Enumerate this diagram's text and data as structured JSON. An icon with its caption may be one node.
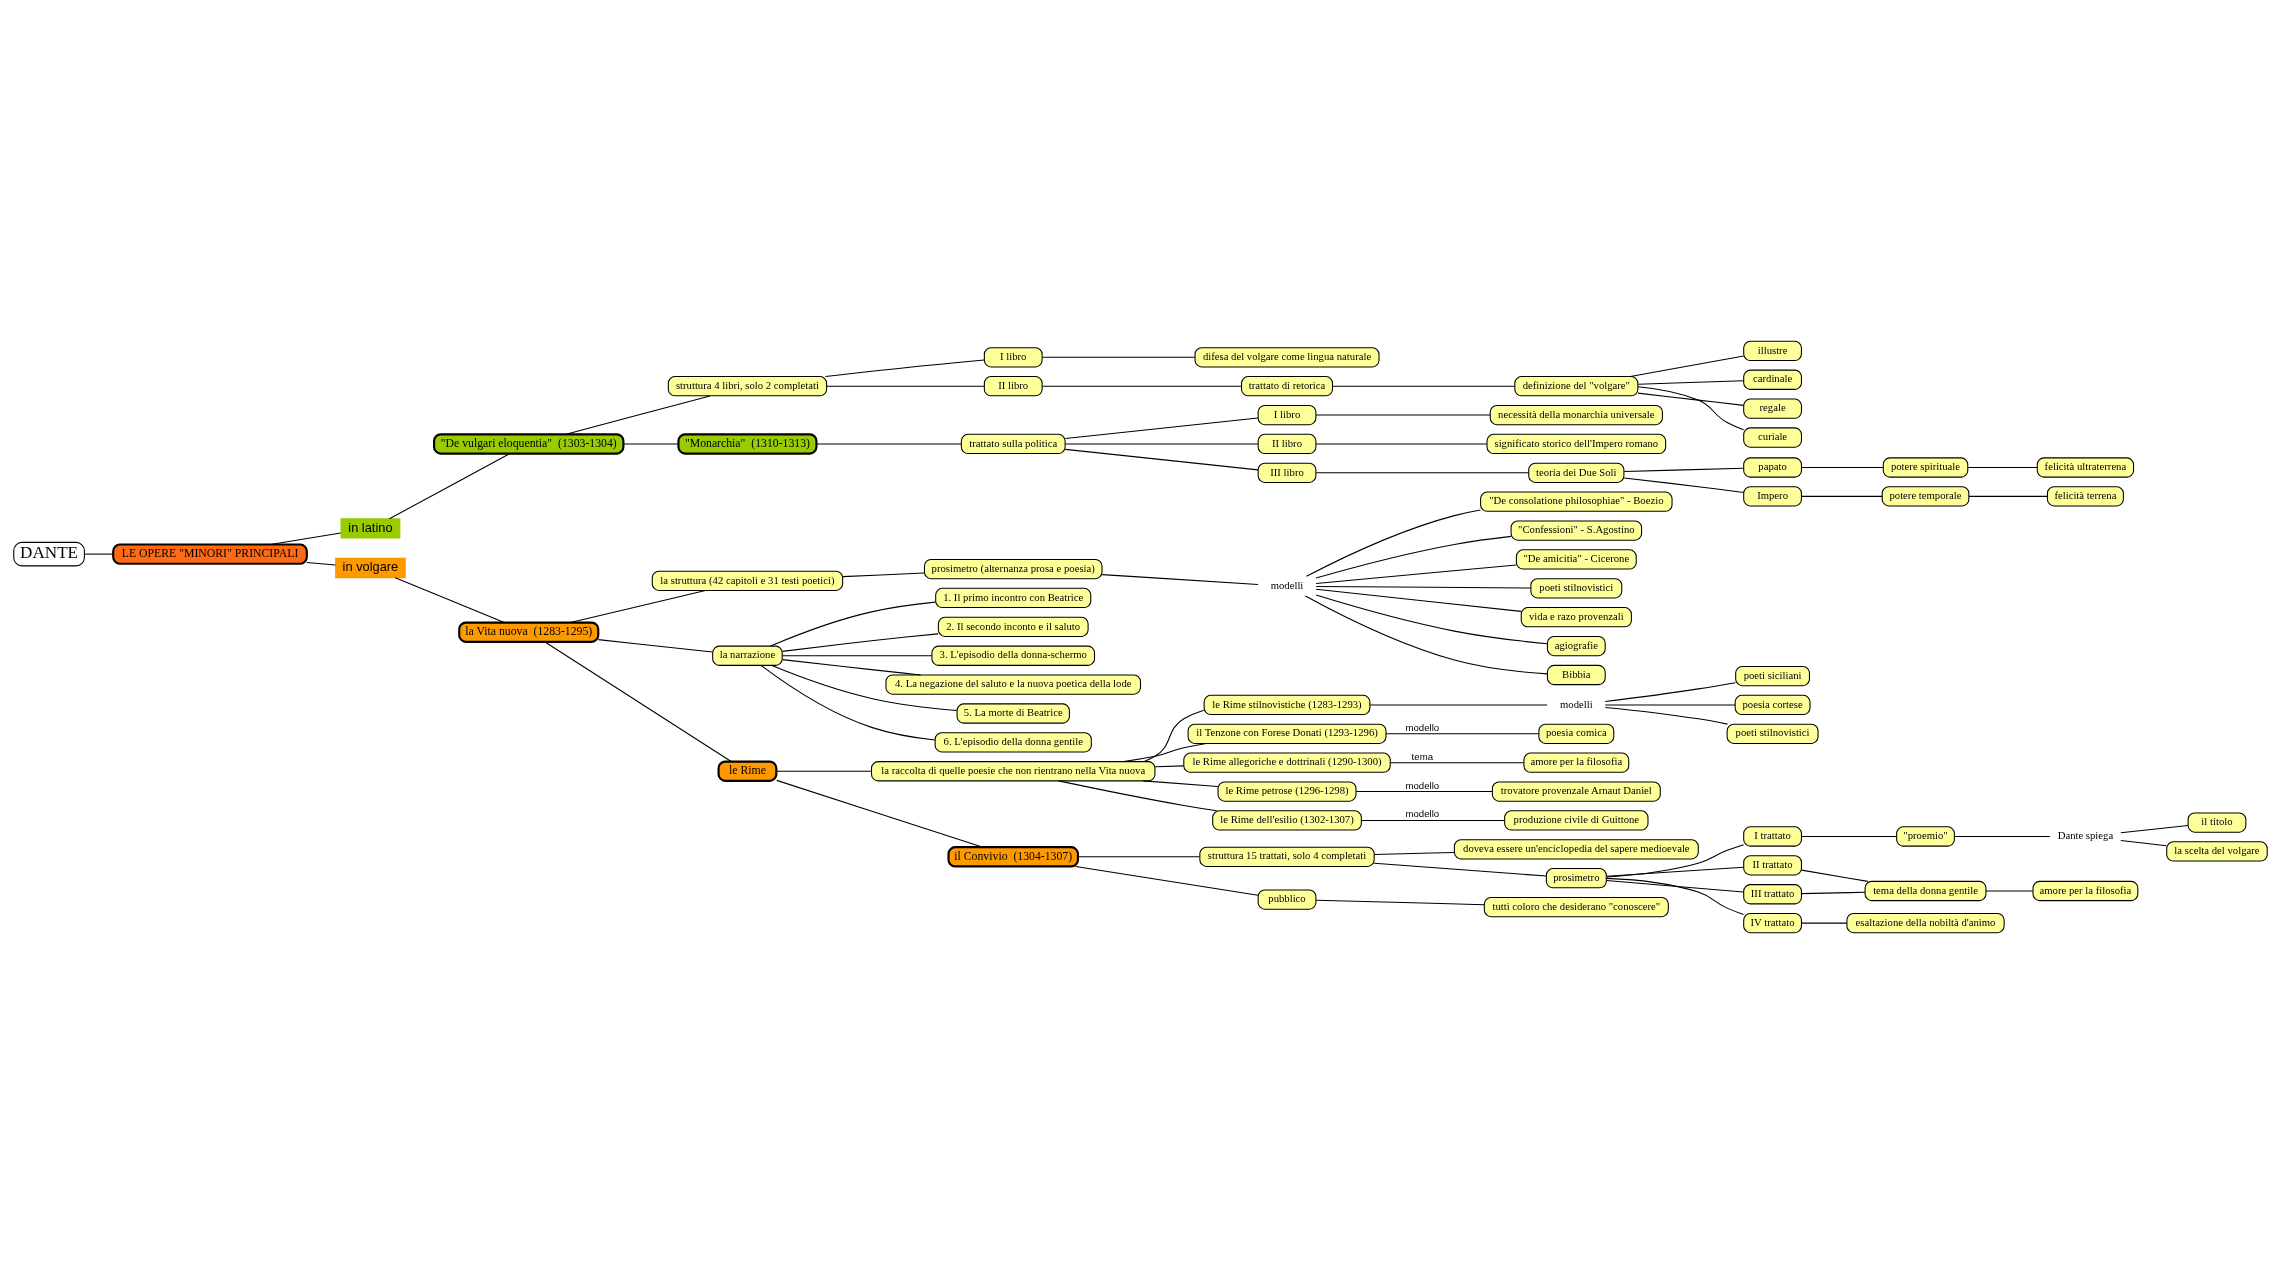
{
  "diagram": {
    "nodes": [
      {
        "text": [
          "DANTE"
        ]
      },
      {
        "text": [
          "LE OPERE \"MINORI\" PRINCIPALI"
        ]
      },
      {
        "text": [
          "in latino"
        ]
      },
      {
        "text": [
          "in volgare"
        ]
      },
      {
        "text": [
          "\"De vulgari eloquentia\"  (1303-1304)"
        ]
      },
      {
        "text": [
          "struttura 4 libri, solo 2 completati"
        ]
      },
      {
        "text": [
          "I libro"
        ]
      },
      {
        "text": [
          "difesa del volgare come lingua naturale"
        ]
      },
      {
        "text": [
          "II libro"
        ]
      },
      {
        "text": [
          "trattato di retorica"
        ]
      },
      {
        "text": [
          "definizione del \"volgare\""
        ]
      },
      {
        "text": [
          "illustre"
        ]
      },
      {
        "text": [
          "cardinale"
        ]
      },
      {
        "text": [
          "regale"
        ]
      },
      {
        "text": [
          "curiale"
        ]
      },
      {
        "text": [
          "\"Monarchia\"  (1310-1313)"
        ]
      },
      {
        "text": [
          "trattato sulla politica"
        ]
      },
      {
        "text": [
          "I libro"
        ]
      },
      {
        "text": [
          "necessità della monarchia universale"
        ]
      },
      {
        "text": [
          "II libro"
        ]
      },
      {
        "text": [
          "significato storico dell'Impero romano"
        ]
      },
      {
        "text": [
          "III libro"
        ]
      },
      {
        "text": [
          "teoria dei Due Soli"
        ]
      },
      {
        "text": [
          "papato"
        ]
      },
      {
        "text": [
          "potere spirituale"
        ]
      },
      {
        "text": [
          "felicità ultraterrena"
        ]
      },
      {
        "text": [
          "Impero"
        ]
      },
      {
        "text": [
          "potere temporale"
        ]
      },
      {
        "text": [
          "felicità terrena"
        ]
      },
      {
        "text": [
          "la Vita nuova  (1283-1295)"
        ]
      },
      {
        "text": [
          "la struttura (42 capitoli e 31 testi poetici)"
        ]
      },
      {
        "text": [
          "prosimetro (alternanza prosa e poesia)"
        ]
      },
      {
        "text": [
          "modelli"
        ]
      },
      {
        "text": [
          "\"De consolatione philosophiae\" - Boezio"
        ]
      },
      {
        "text": [
          "\"Confessioni\" - S.Agostino"
        ]
      },
      {
        "text": [
          "\"De amicitia\" - Cicerone"
        ]
      },
      {
        "text": [
          "poeti stilnovistici"
        ]
      },
      {
        "text": [
          "vida e razo provenzali"
        ]
      },
      {
        "text": [
          "agiografie"
        ]
      },
      {
        "text": [
          "Bibbia"
        ]
      },
      {
        "text": [
          "la narrazione"
        ]
      },
      {
        "text": [
          "1. Il primo incontro con Beatrice"
        ]
      },
      {
        "text": [
          "2. Il secondo inconto e il saluto"
        ]
      },
      {
        "text": [
          "3. L'episodio della donna-schermo"
        ]
      },
      {
        "text": [
          "4. La negazione del saluto e la nuova poetica della lode"
        ]
      },
      {
        "text": [
          "5. La morte di Beatrice"
        ]
      },
      {
        "text": [
          "6. L'episodio della donna gentile"
        ]
      },
      {
        "text": [
          "le Rime"
        ]
      },
      {
        "text": [
          "la raccolta di quelle poesie che non rientrano nella Vita nuova"
        ]
      },
      {
        "text": [
          "le Rime stilnovistiche (1283-1293)"
        ]
      },
      {
        "text": [
          "modelli"
        ]
      },
      {
        "text": [
          "poeti siciliani"
        ]
      },
      {
        "text": [
          "poesia cortese"
        ]
      },
      {
        "text": [
          "poeti stilnovistici"
        ]
      },
      {
        "text": [
          "il Tenzone con Forese Donati (1293-1296)"
        ]
      },
      {
        "text": [
          "poesia comica"
        ]
      },
      {
        "text": [
          "le Rime allegoriche e dottrinali (1290-1300)"
        ]
      },
      {
        "text": [
          "amore per la filosofia"
        ]
      },
      {
        "text": [
          "le Rime petrose (1296-1298)"
        ]
      },
      {
        "text": [
          "trovatore provenzale Arnaut Daniel"
        ]
      },
      {
        "text": [
          "le Rime dell'esilio (1302-1307)"
        ]
      },
      {
        "text": [
          "produzione civile di Guittone"
        ]
      },
      {
        "text": [
          "il Convivio  (1304-1307)"
        ]
      },
      {
        "text": [
          "struttura 15 trattati, solo 4 completati"
        ]
      },
      {
        "text": [
          "doveva essere un'enciclopedia del sapere medioevale"
        ]
      },
      {
        "text": [
          "prosimetro"
        ]
      },
      {
        "text": [
          "I trattato"
        ]
      },
      {
        "text": [
          "\"proemio\""
        ]
      },
      {
        "text": [
          "Dante spiega"
        ]
      },
      {
        "text": [
          "il titolo"
        ]
      },
      {
        "text": [
          "la scelta del volgare"
        ]
      },
      {
        "text": [
          "II trattato"
        ]
      },
      {
        "text": [
          "III trattato"
        ]
      },
      {
        "text": [
          "tema della donna gentile"
        ]
      },
      {
        "text": [
          "amore per la filosofia"
        ]
      },
      {
        "text": [
          "IV trattato"
        ]
      },
      {
        "text": [
          "esaltazione della nobiltà d'animo"
        ]
      },
      {
        "text": [
          "pubblico"
        ]
      },
      {
        "text": [
          "tutti coloro che desiderano \"conoscere\""
        ]
      }
    ],
    "edges": [
      {
        "from": 0,
        "to": 1,
        "arrow": "none"
      },
      {
        "from": 1,
        "to": 2,
        "arrow": "none"
      },
      {
        "from": 2,
        "to": 4,
        "arrow": "none"
      },
      {
        "from": 4,
        "to": 5,
        "arrow": "none"
      },
      {
        "from": 5,
        "to": 6,
        "arrow": "none"
      },
      {
        "from": 6,
        "to": 7,
        "arrow": "none"
      },
      {
        "from": 5,
        "to": 8,
        "arrow": "none"
      },
      {
        "from": 8,
        "to": 9,
        "arrow": "none"
      },
      {
        "from": 9,
        "to": 10,
        "arrow": "none"
      },
      {
        "from": 10,
        "to": 11,
        "arrow": "none"
      },
      {
        "from": 10,
        "to": 12,
        "arrow": "none"
      },
      {
        "from": 10,
        "to": 13,
        "arrow": "none"
      },
      {
        "from": 10,
        "to": 14,
        "arrow": "none"
      },
      {
        "from": 4,
        "to": 15,
        "arrow": "none"
      },
      {
        "from": 15,
        "to": 16,
        "arrow": "none"
      },
      {
        "from": 16,
        "to": 17,
        "arrow": "none"
      },
      {
        "from": 17,
        "to": 18,
        "arrow": "none"
      },
      {
        "from": 16,
        "to": 19,
        "arrow": "none"
      },
      {
        "from": 19,
        "to": 20,
        "arrow": "none"
      },
      {
        "from": 16,
        "to": 21,
        "arrow": "none"
      },
      {
        "from": 21,
        "to": 22,
        "arrow": "none"
      },
      {
        "from": 22,
        "to": 23,
        "arrow": "none"
      },
      {
        "from": 23,
        "to": 24,
        "arrow": "none"
      },
      {
        "from": 24,
        "to": 25,
        "arrow": "none"
      },
      {
        "from": 22,
        "to": 26,
        "arrow": "none"
      },
      {
        "from": 26,
        "to": 27,
        "arrow": "none"
      },
      {
        "from": 27,
        "to": 28,
        "arrow": "none"
      },
      {
        "from": 1,
        "to": 3,
        "arrow": "none"
      },
      {
        "from": 3,
        "to": 29,
        "arrow": "none"
      },
      {
        "from": 29,
        "to": 30,
        "arrow": "none"
      },
      {
        "from": 30,
        "to": 31,
        "arrow": "none"
      },
      {
        "from": 31,
        "to": 32,
        "arrow": "none"
      },
      {
        "from": 32,
        "to": 33,
        "arrow": "none"
      },
      {
        "from": 32,
        "to": 34,
        "arrow": "none"
      },
      {
        "from": 32,
        "to": 35,
        "arrow": "none"
      },
      {
        "from": 32,
        "to": 36,
        "arrow": "none"
      },
      {
        "from": 32,
        "to": 37,
        "arrow": "none"
      },
      {
        "from": 32,
        "to": 38,
        "arrow": "none"
      },
      {
        "from": 32,
        "to": 39,
        "arrow": "none"
      },
      {
        "from": 29,
        "to": 40,
        "arrow": "none"
      },
      {
        "from": 40,
        "to": 41,
        "arrow": "none"
      },
      {
        "from": 40,
        "to": 42,
        "arrow": "none"
      },
      {
        "from": 40,
        "to": 43,
        "arrow": "none"
      },
      {
        "from": 40,
        "to": 44,
        "arrow": "none"
      },
      {
        "from": 40,
        "to": 45,
        "arrow": "none"
      },
      {
        "from": 40,
        "to": 46,
        "arrow": "none"
      },
      {
        "from": 29,
        "to": 47,
        "arrow": "none"
      },
      {
        "from": 47,
        "to": 48,
        "arrow": "none"
      },
      {
        "from": 48,
        "to": 49,
        "arrow": "none"
      },
      {
        "from": 49,
        "to": 50,
        "arrow": "none"
      },
      {
        "from": 50,
        "to": 51,
        "arrow": "none"
      },
      {
        "from": 50,
        "to": 52,
        "arrow": "none"
      },
      {
        "from": 50,
        "to": 53,
        "arrow": "none"
      },
      {
        "from": 48,
        "to": 54,
        "arrow": "none"
      },
      {
        "from": 54,
        "to": 55,
        "arrow": "none",
        "label": "modello"
      },
      {
        "from": 48,
        "to": 56,
        "arrow": "none"
      },
      {
        "from": 56,
        "to": 57,
        "arrow": "none",
        "label": "tema"
      },
      {
        "from": 48,
        "to": 58,
        "arrow": "none"
      },
      {
        "from": 58,
        "to": 59,
        "arrow": "none",
        "label": "modello"
      },
      {
        "from": 48,
        "to": 60,
        "arrow": "none"
      },
      {
        "from": 60,
        "to": 61,
        "arrow": "none",
        "label": "modello"
      },
      {
        "from": 47,
        "to": 62,
        "arrow": "none"
      },
      {
        "from": 62,
        "to": 63,
        "arrow": "none"
      },
      {
        "from": 63,
        "to": 64,
        "arrow": "none"
      },
      {
        "from": 63,
        "to": 65,
        "arrow": "none"
      },
      {
        "from": 65,
        "to": 66,
        "arrow": "none"
      },
      {
        "from": 66,
        "to": 67,
        "arrow": "none"
      },
      {
        "from": 67,
        "to": 68,
        "arrow": "none"
      },
      {
        "from": 68,
        "to": 69,
        "arrow": "none"
      },
      {
        "from": 68,
        "to": 70,
        "arrow": "none"
      },
      {
        "from": 65,
        "to": 71,
        "arrow": "none"
      },
      {
        "from": 71,
        "to": 73,
        "arrow": "none"
      },
      {
        "from": 65,
        "to": 72,
        "arrow": "none"
      },
      {
        "from": 72,
        "to": 73,
        "arrow": "none"
      },
      {
        "from": 73,
        "to": 74,
        "arrow": "none"
      },
      {
        "from": 65,
        "to": 75,
        "arrow": "none"
      },
      {
        "from": 75,
        "to": 76,
        "arrow": "none"
      },
      {
        "from": 62,
        "to": 77,
        "arrow": "none"
      },
      {
        "from": 77,
        "to": 78,
        "arrow": "none"
      }
    ]
  }
}
